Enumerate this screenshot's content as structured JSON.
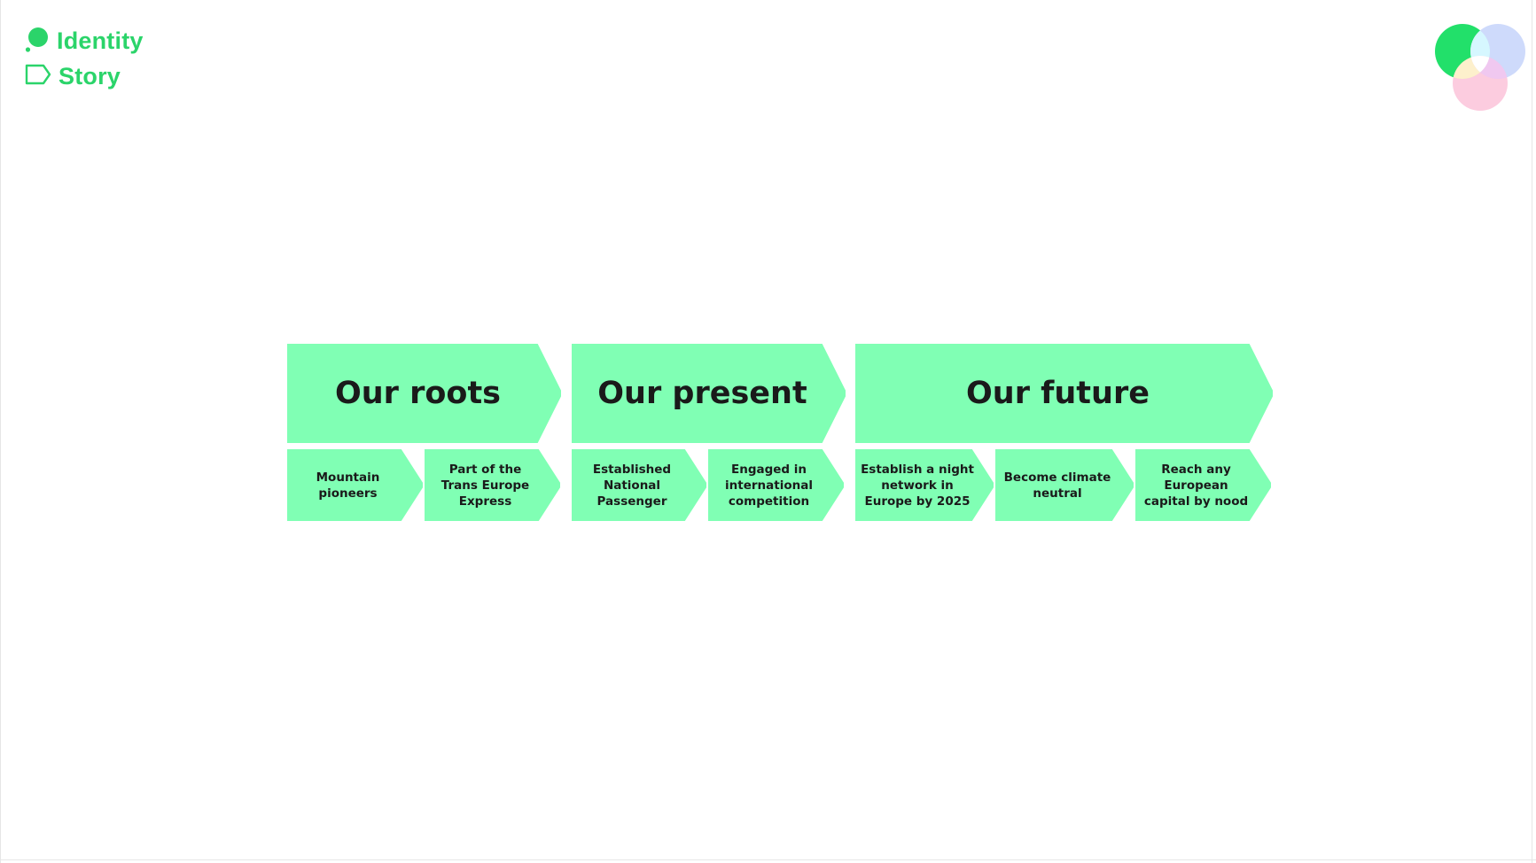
{
  "brand": {
    "identity_label": "Identity",
    "story_label": "Story"
  },
  "colors": {
    "brand_green": "#2bd46a",
    "chevron_fill": "#80ffb4",
    "venn_green": "#22e06a",
    "venn_blue": "#c9d6fb",
    "venn_pink": "#fcc6dc"
  },
  "sections": [
    {
      "title": "Our roots",
      "steps": [
        "Mountain pioneers",
        "Part of the Trans Europe Express"
      ]
    },
    {
      "title": "Our present",
      "steps": [
        "Established National Passenger",
        "Engaged in international competition"
      ]
    },
    {
      "title": "Our future",
      "steps": [
        "Establish a night network in Europe by 2025",
        "Become climate neutral",
        "Reach any European capital by nood"
      ]
    }
  ]
}
